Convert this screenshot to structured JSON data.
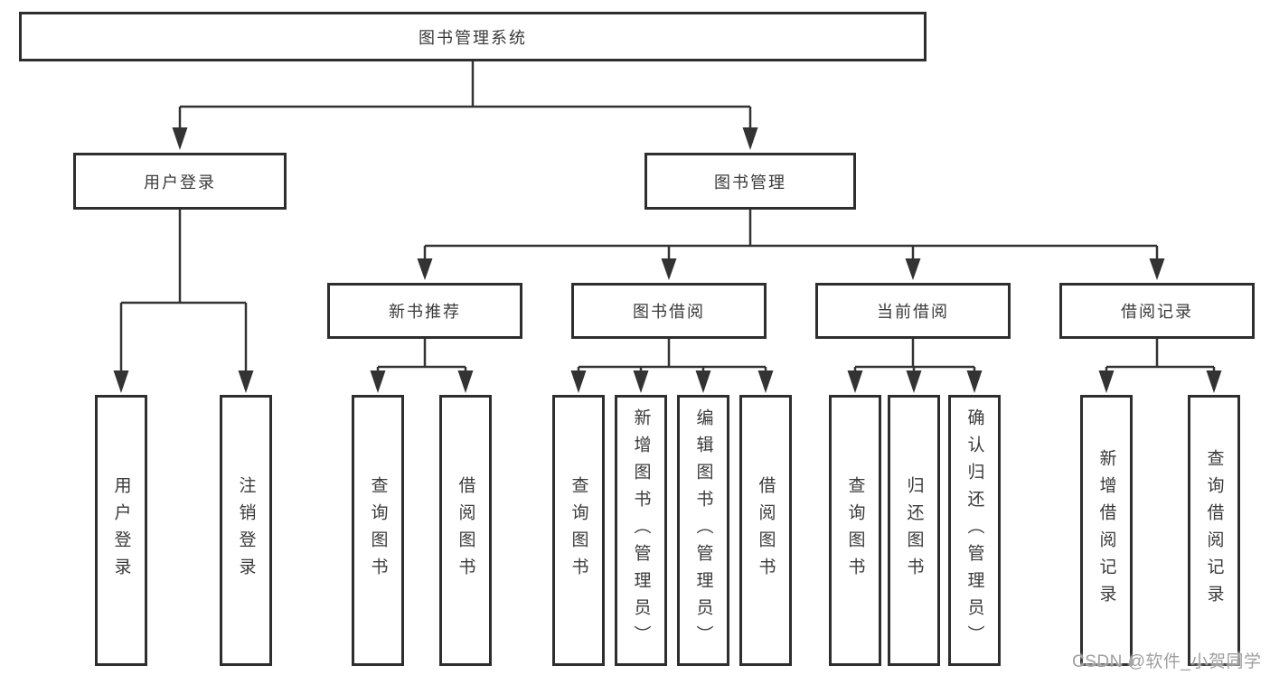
{
  "colors": {
    "line": "#333333",
    "border": "#2e2e2e",
    "text": "#3a3a3a",
    "background": "#ffffff",
    "watermark": "#9f9f9f"
  },
  "root": {
    "label": "图书管理系统"
  },
  "level2": {
    "user_login": {
      "label": "用户登录"
    },
    "book_mgmt": {
      "label": "图书管理"
    }
  },
  "level3": {
    "new_books": {
      "label": "新书推荐"
    },
    "book_borrow": {
      "label": "图书借阅"
    },
    "current_borrow": {
      "label": "当前借阅"
    },
    "borrow_records": {
      "label": "借阅记录"
    }
  },
  "leaves": {
    "user_login": [
      "用户登录",
      "注销登录"
    ],
    "new_books": [
      "查询图书",
      "借阅图书"
    ],
    "book_borrow": [
      "查询图书",
      "新增图书（管理员）",
      "编辑图书（管理员）",
      "借阅图书"
    ],
    "current_borrow": [
      "查询图书",
      "归还图书",
      "确认归还（管理员）"
    ],
    "borrow_records": [
      "新增借阅记录",
      "查询借阅记录"
    ]
  },
  "watermark": "CSDN @软件_小贺同学"
}
